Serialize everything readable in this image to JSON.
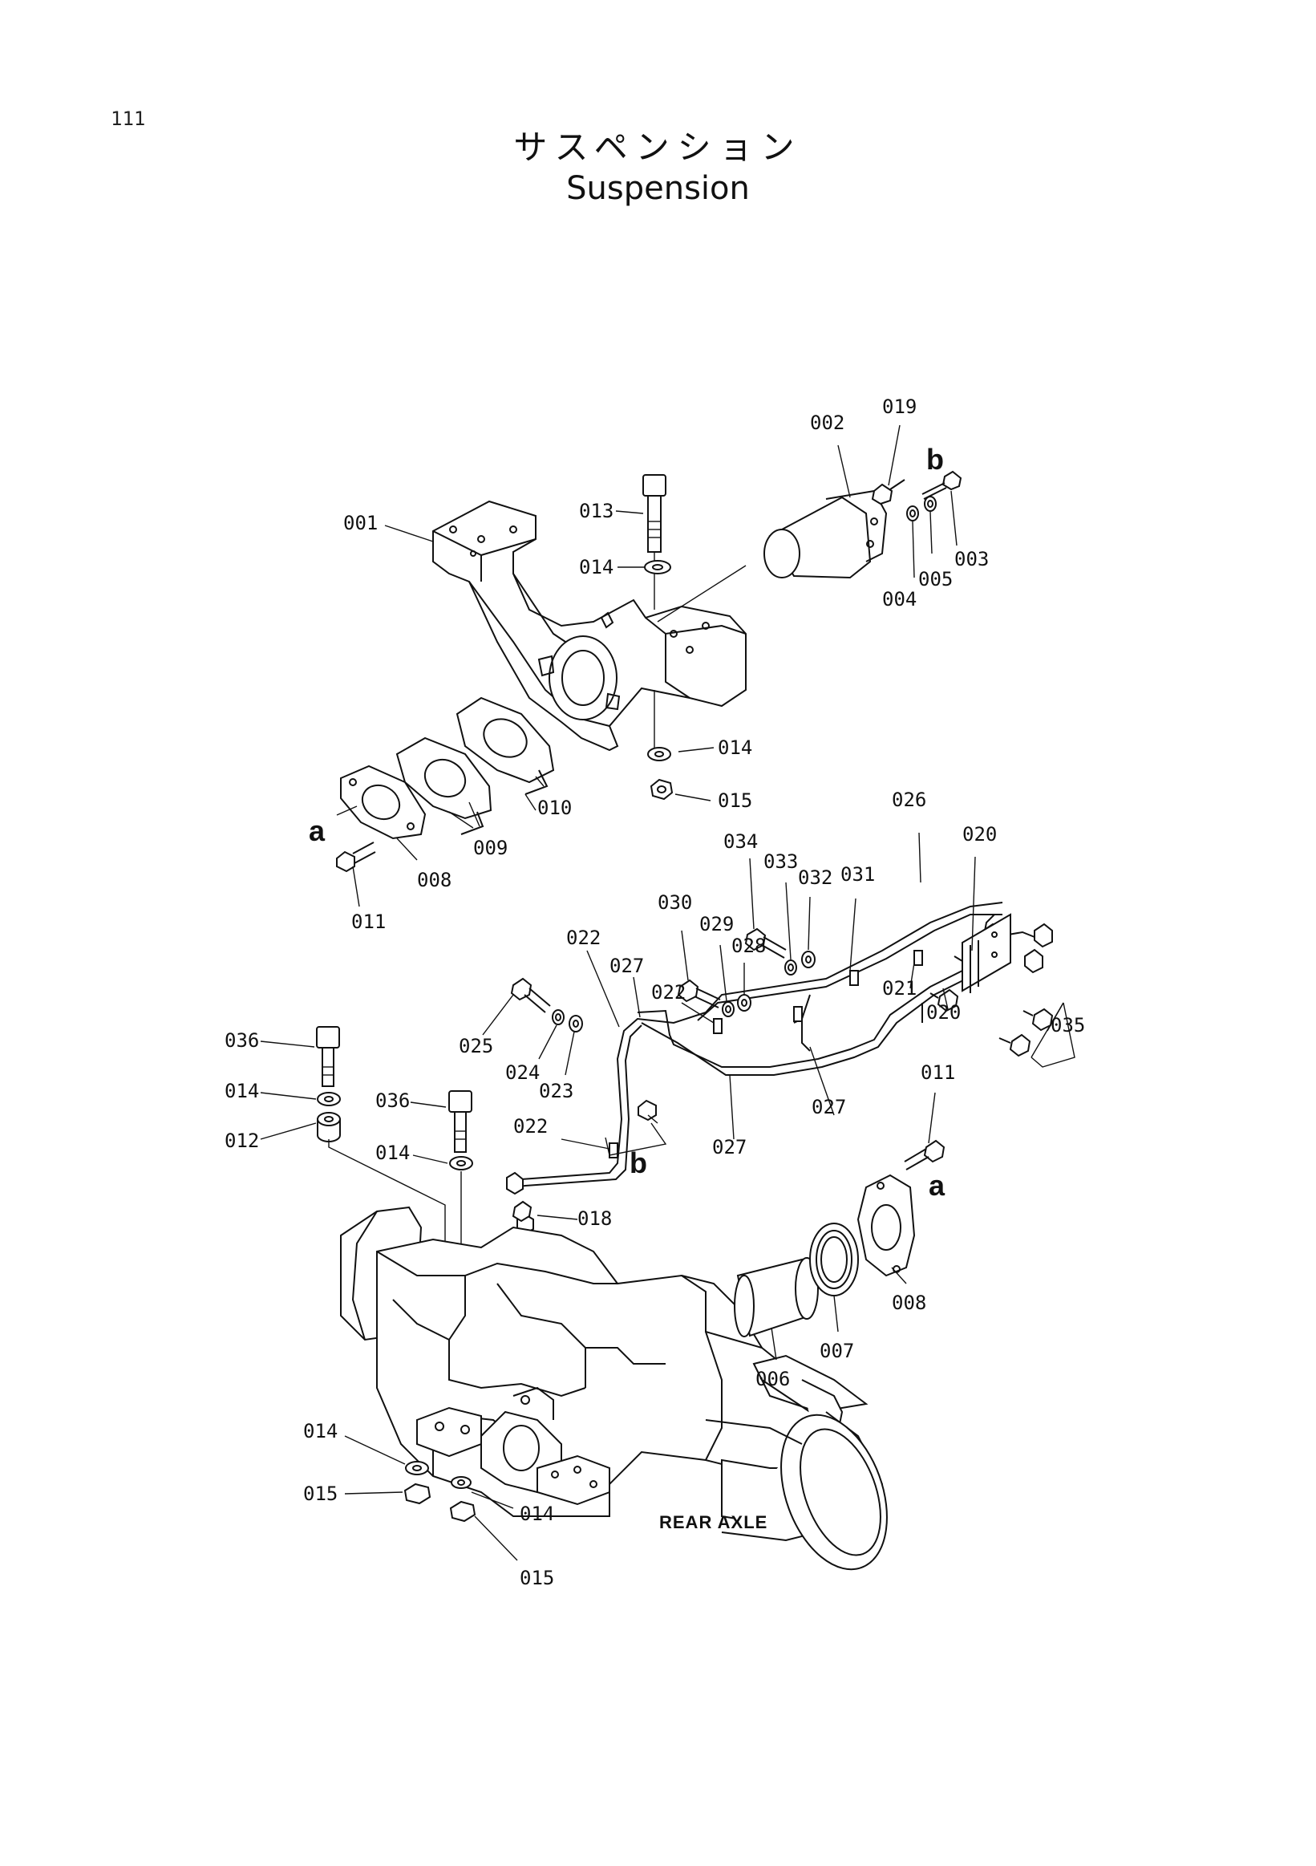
{
  "page_number": "111",
  "title_jp": "サスペンション",
  "title_en": "Suspension",
  "axle_label": "REAR AXLE",
  "reference_marks": [
    "a",
    "b"
  ],
  "callouts": [
    {
      "id": "c001",
      "label": "001"
    },
    {
      "id": "c002",
      "label": "002"
    },
    {
      "id": "c003",
      "label": "003"
    },
    {
      "id": "c004",
      "label": "004"
    },
    {
      "id": "c005",
      "label": "005"
    },
    {
      "id": "c019",
      "label": "019"
    },
    {
      "id": "c013",
      "label": "013"
    },
    {
      "id": "c014a",
      "label": "014"
    },
    {
      "id": "c014b",
      "label": "014"
    },
    {
      "id": "c015a",
      "label": "015"
    },
    {
      "id": "c008a",
      "label": "008"
    },
    {
      "id": "c009",
      "label": "009"
    },
    {
      "id": "c010",
      "label": "010"
    },
    {
      "id": "c011a",
      "label": "011"
    },
    {
      "id": "c026",
      "label": "026"
    },
    {
      "id": "c020a",
      "label": "020"
    },
    {
      "id": "c034",
      "label": "034"
    },
    {
      "id": "c033",
      "label": "033"
    },
    {
      "id": "c032",
      "label": "032"
    },
    {
      "id": "c031",
      "label": "031"
    },
    {
      "id": "c030",
      "label": "030"
    },
    {
      "id": "c029",
      "label": "029"
    },
    {
      "id": "c028",
      "label": "028"
    },
    {
      "id": "c022a",
      "label": "022"
    },
    {
      "id": "c027a",
      "label": "027"
    },
    {
      "id": "c022b",
      "label": "022"
    },
    {
      "id": "c021",
      "label": "021"
    },
    {
      "id": "c020b",
      "label": "020"
    },
    {
      "id": "c035",
      "label": "035"
    },
    {
      "id": "c036a",
      "label": "036"
    },
    {
      "id": "c025",
      "label": "025"
    },
    {
      "id": "c024",
      "label": "024"
    },
    {
      "id": "c023",
      "label": "023"
    },
    {
      "id": "c014c",
      "label": "014"
    },
    {
      "id": "c012",
      "label": "012"
    },
    {
      "id": "c036b",
      "label": "036"
    },
    {
      "id": "c014d",
      "label": "014"
    },
    {
      "id": "c022c",
      "label": "022"
    },
    {
      "id": "c027b",
      "label": "027"
    },
    {
      "id": "c027c",
      "label": "027"
    },
    {
      "id": "c011b",
      "label": "011"
    },
    {
      "id": "c018",
      "label": "018"
    },
    {
      "id": "c008b",
      "label": "008"
    },
    {
      "id": "c007",
      "label": "007"
    },
    {
      "id": "c006",
      "label": "006"
    },
    {
      "id": "c014e",
      "label": "014"
    },
    {
      "id": "c015b",
      "label": "015"
    },
    {
      "id": "c014f",
      "label": "014"
    },
    {
      "id": "c015c",
      "label": "015"
    }
  ]
}
